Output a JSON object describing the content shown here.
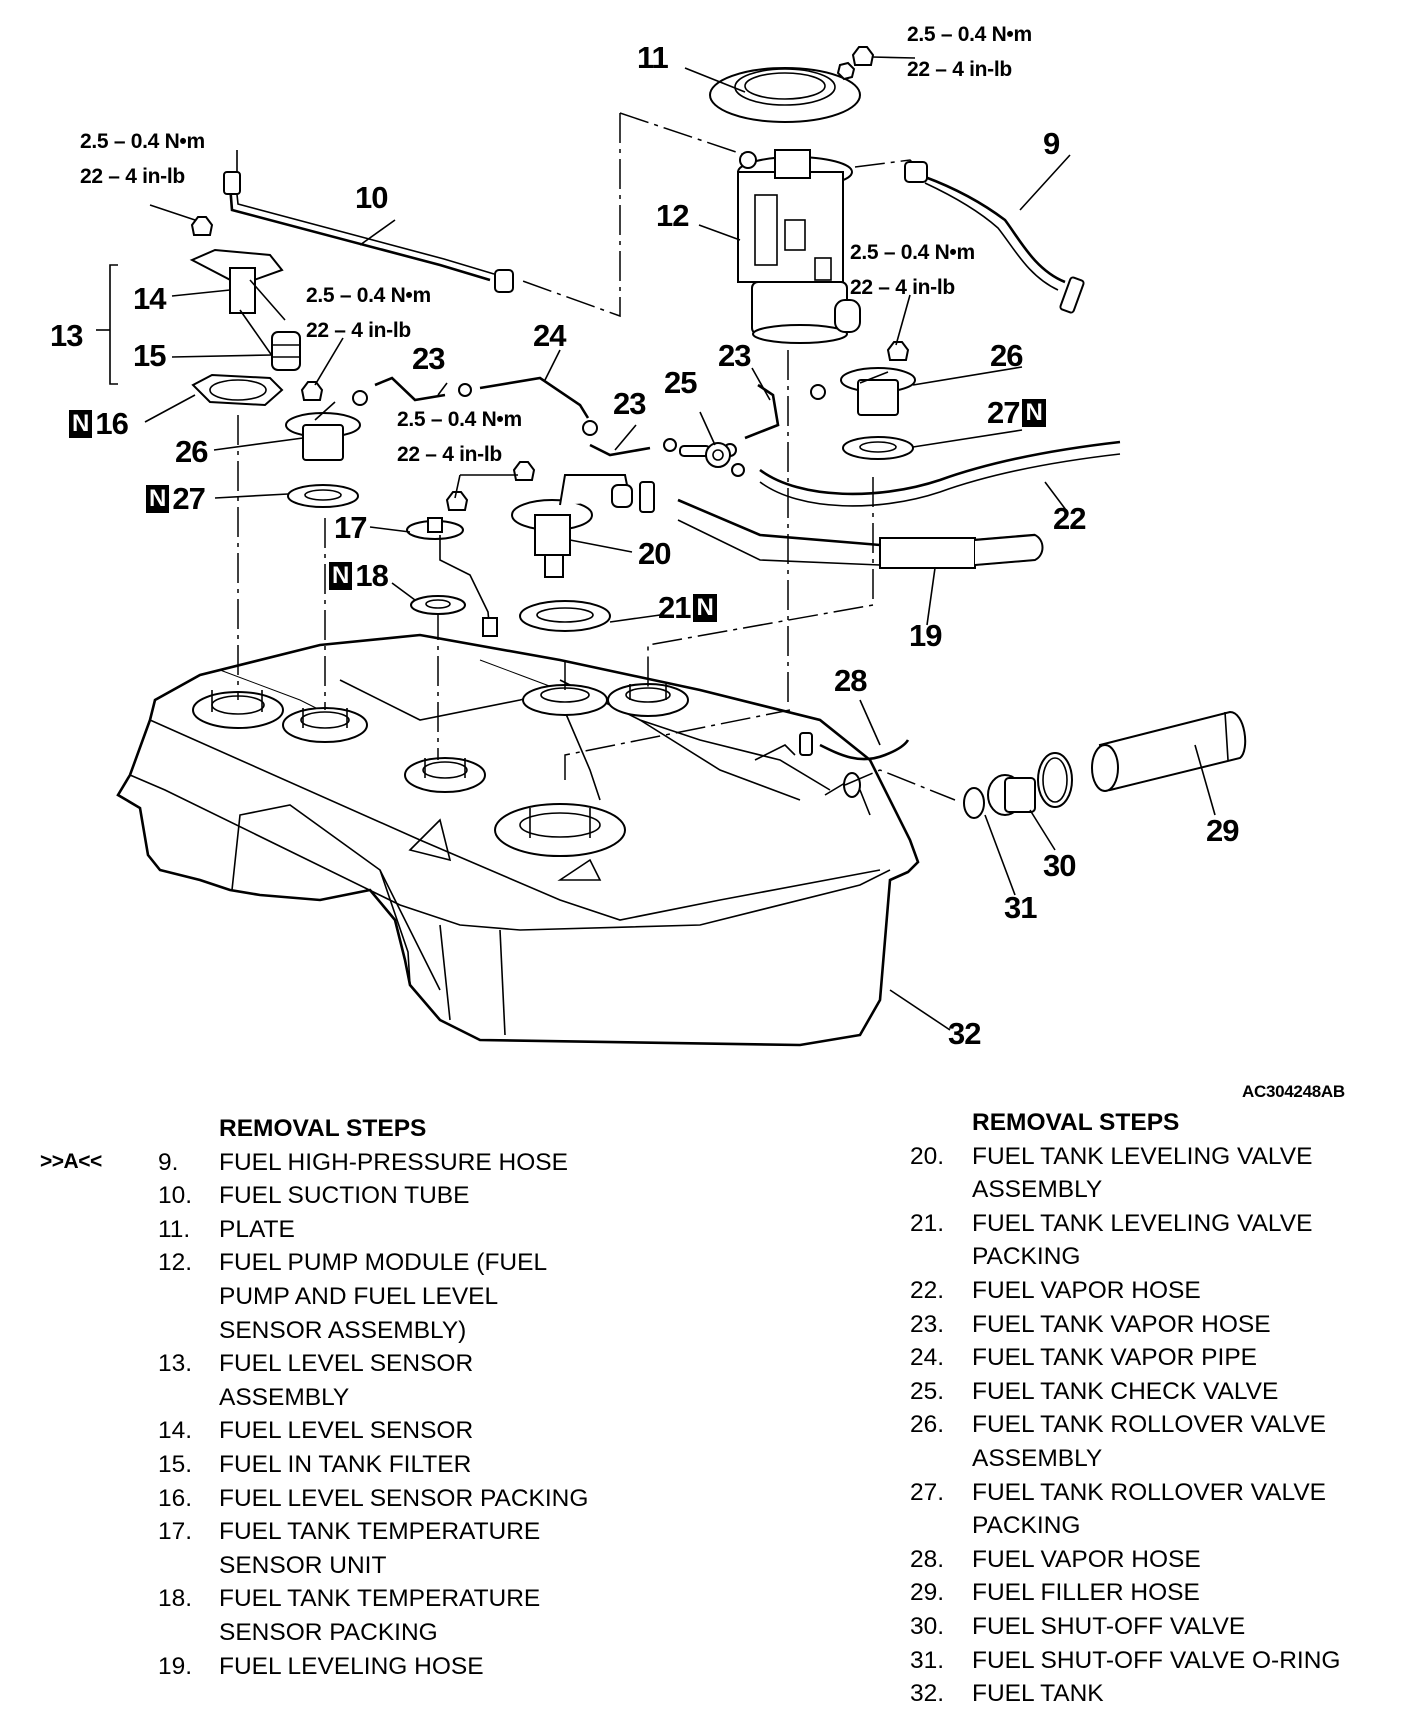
{
  "figure_code": "AC304248AB",
  "callouts": [
    {
      "id": "9",
      "label": "9"
    },
    {
      "id": "10",
      "label": "10"
    },
    {
      "id": "11",
      "label": "11"
    },
    {
      "id": "12",
      "label": "12"
    },
    {
      "id": "13",
      "label": "13"
    },
    {
      "id": "14",
      "label": "14"
    },
    {
      "id": "15",
      "label": "15"
    },
    {
      "id": "16",
      "label": "16",
      "new_part": true
    },
    {
      "id": "17",
      "label": "17"
    },
    {
      "id": "18",
      "label": "18",
      "new_part": true
    },
    {
      "id": "19",
      "label": "19"
    },
    {
      "id": "20",
      "label": "20"
    },
    {
      "id": "21",
      "label": "21",
      "new_part": true
    },
    {
      "id": "22",
      "label": "22"
    },
    {
      "id": "23a",
      "label": "23"
    },
    {
      "id": "23b",
      "label": "23"
    },
    {
      "id": "23c",
      "label": "23"
    },
    {
      "id": "24",
      "label": "24"
    },
    {
      "id": "25",
      "label": "25"
    },
    {
      "id": "26a",
      "label": "26"
    },
    {
      "id": "26b",
      "label": "26"
    },
    {
      "id": "27a",
      "label": "27",
      "new_part": true
    },
    {
      "id": "27b",
      "label": "27",
      "new_part": true
    },
    {
      "id": "28",
      "label": "28"
    },
    {
      "id": "29",
      "label": "29"
    },
    {
      "id": "30",
      "label": "30"
    },
    {
      "id": "31",
      "label": "31"
    },
    {
      "id": "32",
      "label": "32"
    }
  ],
  "new_part_symbol": "N",
  "torque_specs": [
    {
      "metric": "2.5 – 0.4 N•m",
      "imperial": "22 – 4 in-lb"
    },
    {
      "metric": "2.5 – 0.4 N•m",
      "imperial": "22 – 4 in-lb"
    },
    {
      "metric": "2.5 – 0.4 N•m",
      "imperial": "22 – 4 in-lb"
    },
    {
      "metric": "2.5 – 0.4 N•m",
      "imperial": "22 – 4 in-lb"
    },
    {
      "metric": "2.5 – 0.4 N•m",
      "imperial": "22 – 4 in-lb"
    }
  ],
  "removal_steps": {
    "heading_left": "REMOVAL STEPS",
    "heading_right": "REMOVAL STEPS",
    "service_marker": ">>A<<",
    "left": [
      {
        "num": "9.",
        "lines": [
          "FUEL HIGH-PRESSURE HOSE"
        ]
      },
      {
        "num": "10.",
        "lines": [
          "FUEL SUCTION TUBE"
        ]
      },
      {
        "num": "11.",
        "lines": [
          "PLATE"
        ]
      },
      {
        "num": "12.",
        "lines": [
          "FUEL PUMP MODULE (FUEL",
          "PUMP AND FUEL LEVEL",
          "SENSOR ASSEMBLY)"
        ]
      },
      {
        "num": "13.",
        "lines": [
          "FUEL LEVEL SENSOR",
          "ASSEMBLY"
        ]
      },
      {
        "num": "14.",
        "lines": [
          "FUEL LEVEL SENSOR"
        ]
      },
      {
        "num": "15.",
        "lines": [
          "FUEL IN TANK FILTER"
        ]
      },
      {
        "num": "16.",
        "lines": [
          "FUEL LEVEL SENSOR PACKING"
        ]
      },
      {
        "num": "17.",
        "lines": [
          "FUEL TANK TEMPERATURE",
          "SENSOR UNIT"
        ]
      },
      {
        "num": "18.",
        "lines": [
          "FUEL TANK TEMPERATURE",
          "SENSOR PACKING"
        ]
      },
      {
        "num": "19.",
        "lines": [
          "FUEL LEVELING HOSE"
        ]
      }
    ],
    "right": [
      {
        "num": "20.",
        "lines": [
          "FUEL TANK LEVELING VALVE",
          "ASSEMBLY"
        ]
      },
      {
        "num": "21.",
        "lines": [
          "FUEL TANK LEVELING VALVE",
          "PACKING"
        ]
      },
      {
        "num": "22.",
        "lines": [
          "FUEL VAPOR HOSE"
        ]
      },
      {
        "num": "23.",
        "lines": [
          "FUEL TANK VAPOR HOSE"
        ]
      },
      {
        "num": "24.",
        "lines": [
          "FUEL TANK VAPOR PIPE"
        ]
      },
      {
        "num": "25.",
        "lines": [
          "FUEL TANK CHECK VALVE"
        ]
      },
      {
        "num": "26.",
        "lines": [
          "FUEL TANK ROLLOVER VALVE",
          "ASSEMBLY"
        ]
      },
      {
        "num": "27.",
        "lines": [
          "FUEL TANK ROLLOVER VALVE",
          "PACKING"
        ]
      },
      {
        "num": "28.",
        "lines": [
          "FUEL VAPOR HOSE"
        ]
      },
      {
        "num": "29.",
        "lines": [
          "FUEL FILLER HOSE"
        ]
      },
      {
        "num": "30.",
        "lines": [
          "FUEL SHUT-OFF VALVE"
        ]
      },
      {
        "num": "31.",
        "lines": [
          "FUEL SHUT-OFF VALVE O-RING"
        ]
      },
      {
        "num": "32.",
        "lines": [
          "FUEL TANK"
        ]
      }
    ]
  }
}
